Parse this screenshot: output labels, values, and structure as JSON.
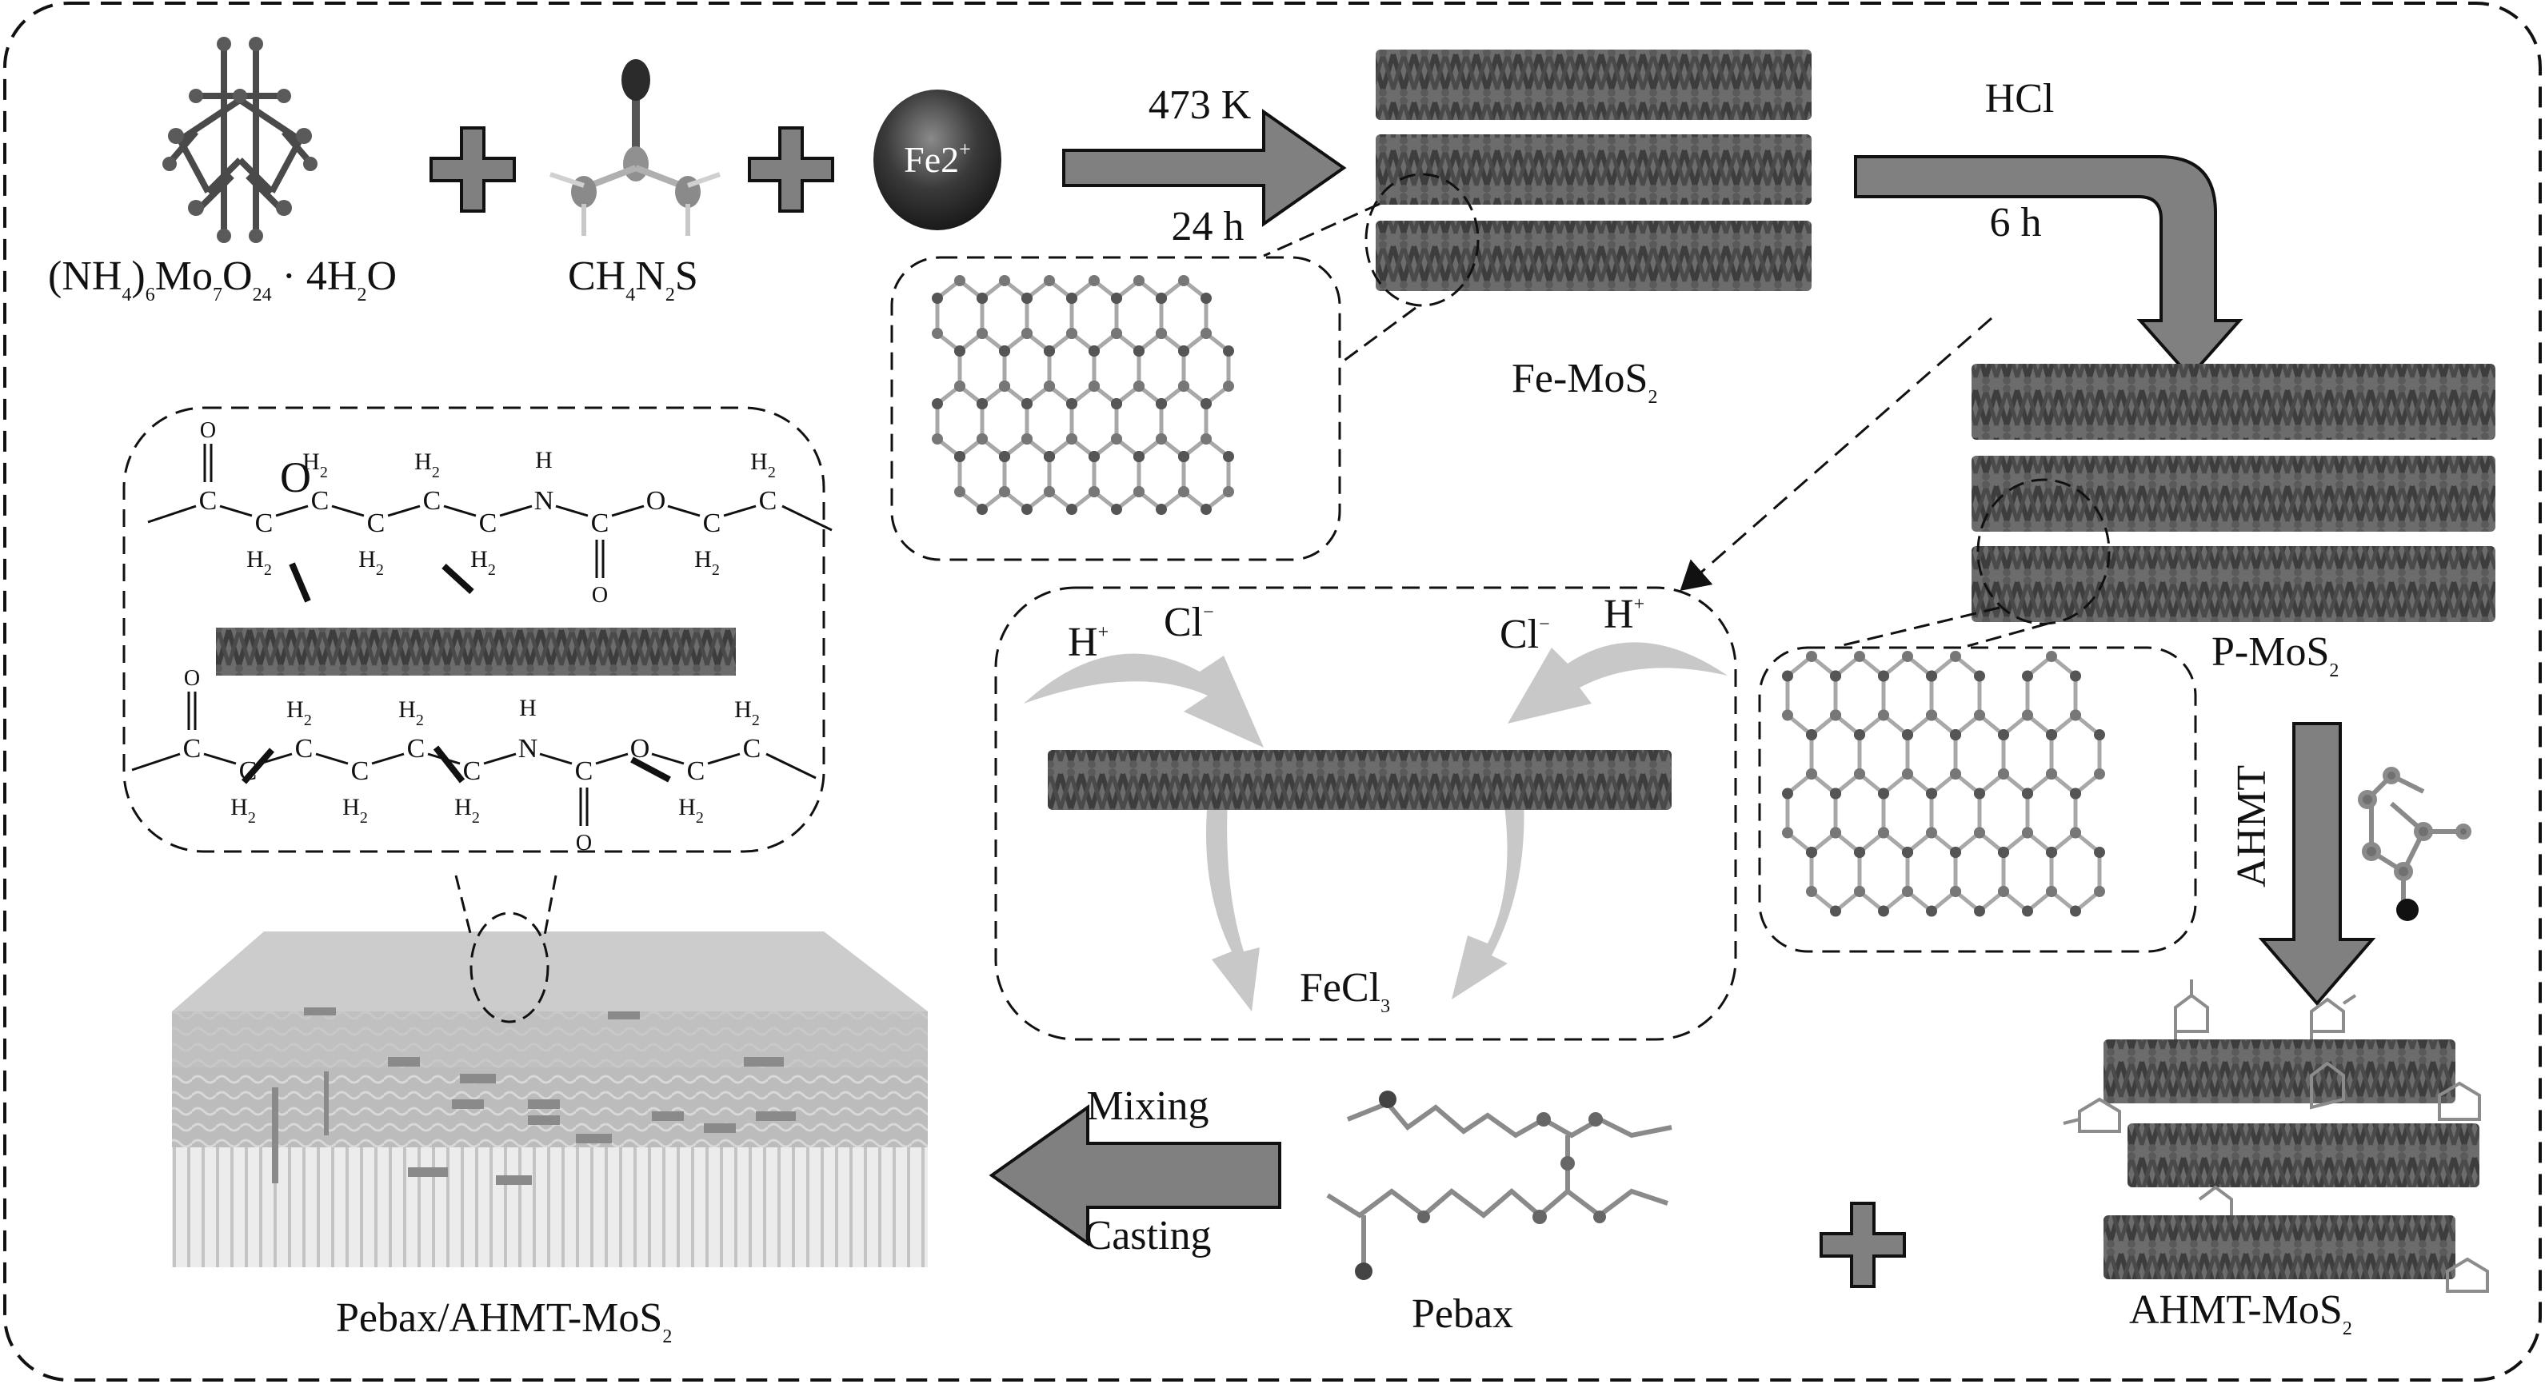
{
  "title": "Synthesis scheme of Pebax/AHMT-MoS2 mixed matrix membrane",
  "reactants": {
    "molybdate": {
      "label_main": "(NH",
      "sub1": "4",
      "mid1": ")",
      "sub2": "6",
      "mid2": "Mo",
      "sub3": "7",
      "mid3": "O",
      "sub4": "24",
      "tail": " · 4H",
      "sub5": "2",
      "end": "O"
    },
    "thiourea": {
      "label_main": "CH",
      "sub1": "4",
      "mid1": "N",
      "sub2": "2",
      "end": "S"
    },
    "iron_ion": {
      "label": "Fe2",
      "sup": "+"
    }
  },
  "steps": {
    "hydrothermal": {
      "top": "473 K",
      "bottom": "24 h"
    },
    "acid_etch": {
      "top": "HCl",
      "bottom": "6 h"
    },
    "functionalize": {
      "label": "AHMT"
    },
    "membrane": {
      "top": "Mixing",
      "bottom": "Casting"
    }
  },
  "products": {
    "fe_mos2": {
      "main": "Fe-MoS",
      "sub": "2"
    },
    "p_mos2": {
      "main": "P-MoS",
      "sub": "2"
    },
    "ahmt_mos2": {
      "main": "AHMT-MoS",
      "sub": "2"
    },
    "pebax": {
      "main": "Pebax"
    },
    "membrane": {
      "main": "Pebax/AHMT-MoS",
      "sub": "2"
    }
  },
  "etching_box": {
    "left_h": "H",
    "left_h_sup": "+",
    "left_cl": "Cl",
    "left_cl_sup": "−",
    "right_cl": "Cl",
    "right_cl_sup": "−",
    "right_h": "H",
    "right_h_sup": "+",
    "product_main": "FeCl",
    "product_sub": "3"
  },
  "chem_box": {
    "top_chain": [
      "C",
      "C",
      "C",
      "C",
      "C",
      "C",
      "N",
      "C",
      "O",
      "C",
      "C"
    ],
    "h2": "H",
    "h2_sub": "2",
    "o": "O",
    "o_big": "O",
    "h": "H",
    "n": "N"
  },
  "colors": {
    "arrow_fill": "#808080",
    "arrow_stroke": "#111111",
    "etch_arrow": "#c8c8c8",
    "layer_dark": "#555555",
    "layer_mid": "#7a7a7a",
    "membrane_top": "#bdbdbd",
    "membrane_support": "#e3e3e3"
  }
}
